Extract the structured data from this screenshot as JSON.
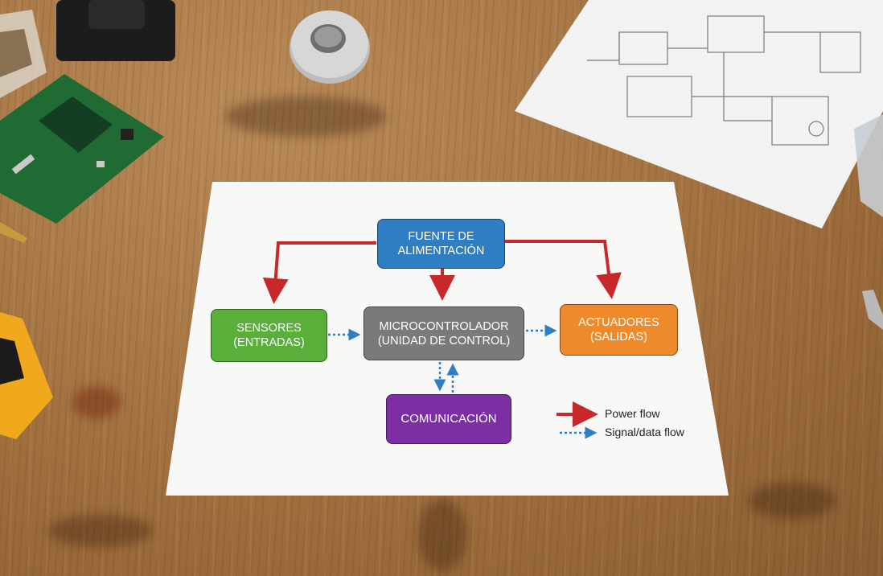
{
  "diagram": {
    "power_supply": {
      "line1": "FUENTE DE",
      "line2": "ALIMENTACIÓN",
      "color": "#2f7ec4"
    },
    "sensors": {
      "line1": "SENSORES",
      "line2": "(ENTRADAS)",
      "color": "#5aae3a"
    },
    "microcontroller": {
      "line1": "MICROCONTROLADOR",
      "line2": "(UNIDAD DE CONTROL)",
      "color": "#7a7a7a"
    },
    "actuators": {
      "line1": "ACTUADORES",
      "line2": "(SALIDAS)",
      "color": "#ef8a2c"
    },
    "communication": {
      "label": "COMUNICACIÓN",
      "color": "#7c2fa5"
    }
  },
  "legend": {
    "power_flow": {
      "label": "Power flow",
      "color": "#c8282a"
    },
    "signal_flow": {
      "label": "Signal/data flow",
      "color": "#2f7ec4"
    }
  }
}
